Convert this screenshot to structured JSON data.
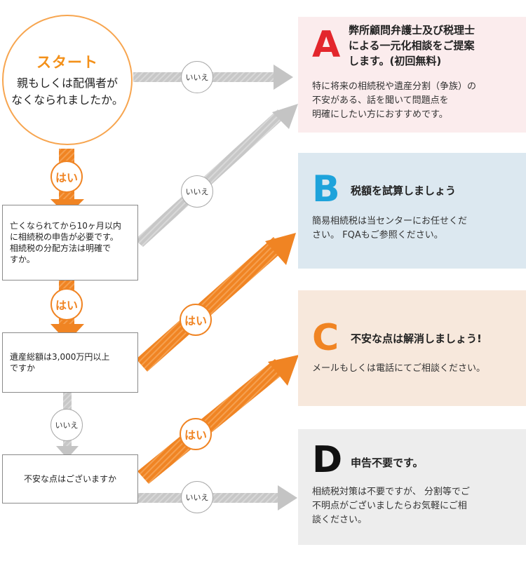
{
  "colors": {
    "orange": "#f08423",
    "orange_light": "#f8a04e",
    "gray_arrow": "#c4c4c4",
    "panel_a": "#fbeced",
    "panel_b": "#dce8f0",
    "panel_c": "#f7e8dc",
    "panel_d": "#ededed",
    "letter_a": "#e3262c",
    "letter_b": "#1ea3db",
    "letter_c": "#f08423",
    "letter_d": "#111111"
  },
  "start": {
    "title": "スタート",
    "question_line1": "親もしくは配偶者が",
    "question_line2": "なくなられましたか。"
  },
  "questions": {
    "q2_line1": "亡くなられてから10ヶ月以内",
    "q2_line2": "に相続税の申告が必要です。",
    "q2_line3": "相続税の分配方法は明確で",
    "q2_line4": "すか。",
    "q3_line1": "遺産総額は3,000万円以上",
    "q3_line2": "ですか",
    "q4": "不安な点はございますか"
  },
  "labels": {
    "yes": "はい",
    "no": "いいえ"
  },
  "panels": {
    "a": {
      "letter": "A",
      "heading_line1": "弊所顧問弁護士及び税理士",
      "heading_line2": "による一元化相談をご提案",
      "heading_line3": "します。(初回無料)",
      "body_line1": "特に将来の相続税や遺産分割（争族）の",
      "body_line2": "不安がある、話を聞いて問題点を",
      "body_line3": "明確にしたい方におすすめです。"
    },
    "b": {
      "letter": "B",
      "heading": "税額を試算しましょう",
      "body_line1": "簡易相続税は当センターにお任せくだ",
      "body_line2": "さい。 FQAもご参照ください。"
    },
    "c": {
      "letter": "C",
      "heading": "不安な点は解消しましょう!",
      "body": "メールもしくは電話にてご相談ください。"
    },
    "d": {
      "letter": "D",
      "heading": "申告不要です。",
      "body_line1": "相続税対策は不要ですが、 分割等でご",
      "body_line2": "不明点がございましたらお気軽にご相",
      "body_line3": "談ください。"
    }
  }
}
